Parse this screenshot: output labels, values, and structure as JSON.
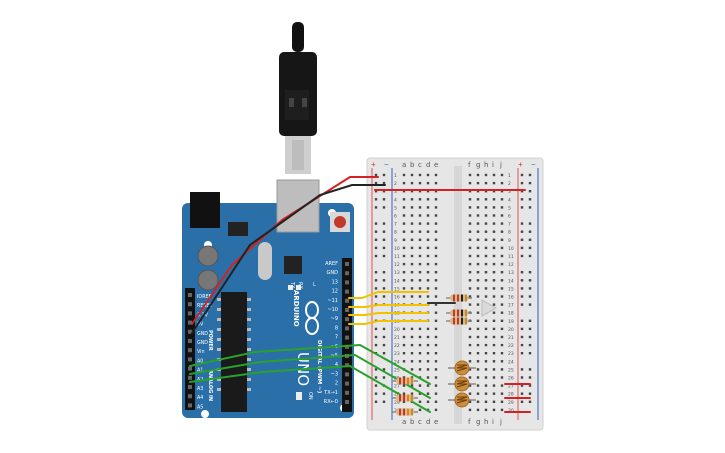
{
  "board": {
    "brand": "ARDUINO",
    "model": "UNO",
    "reset_label": "RESET",
    "power_label": "POWER",
    "analog_label": "ANALOG IN",
    "digital_label": "DIGITAL (PWM ~)",
    "top_header_labels": [
      "AREF",
      "GND",
      "13",
      "12",
      "~11",
      "~10",
      "~9",
      "8",
      "7",
      "~6",
      "~5",
      "4",
      "~3",
      "2",
      "TX→1",
      "RX←0"
    ],
    "left_header_labels": [
      "IOREF",
      "RESET",
      "3.3V",
      "5V",
      "GND",
      "GND",
      "Vin",
      "A0",
      "A1",
      "A2",
      "A3",
      "A4",
      "A5"
    ],
    "small_labels": [
      "L",
      "TX",
      "RX",
      "ON"
    ]
  },
  "breadboard": {
    "col_letters_left": [
      "a",
      "b",
      "c",
      "d",
      "e"
    ],
    "col_letters_right": [
      "f",
      "g",
      "h",
      "i",
      "j"
    ],
    "rail_plus": "+",
    "rail_minus": "−",
    "rows": 30
  },
  "colors": {
    "board": "#2a6fa8",
    "breadboard": "#e6e6e6",
    "wire_red": "#d32222",
    "wire_black": "#222222",
    "wire_yellow": "#f2c200",
    "wire_green": "#2aa12a",
    "resistor_body": "#d9b98a",
    "photoresistor": "#cc8e3a"
  }
}
